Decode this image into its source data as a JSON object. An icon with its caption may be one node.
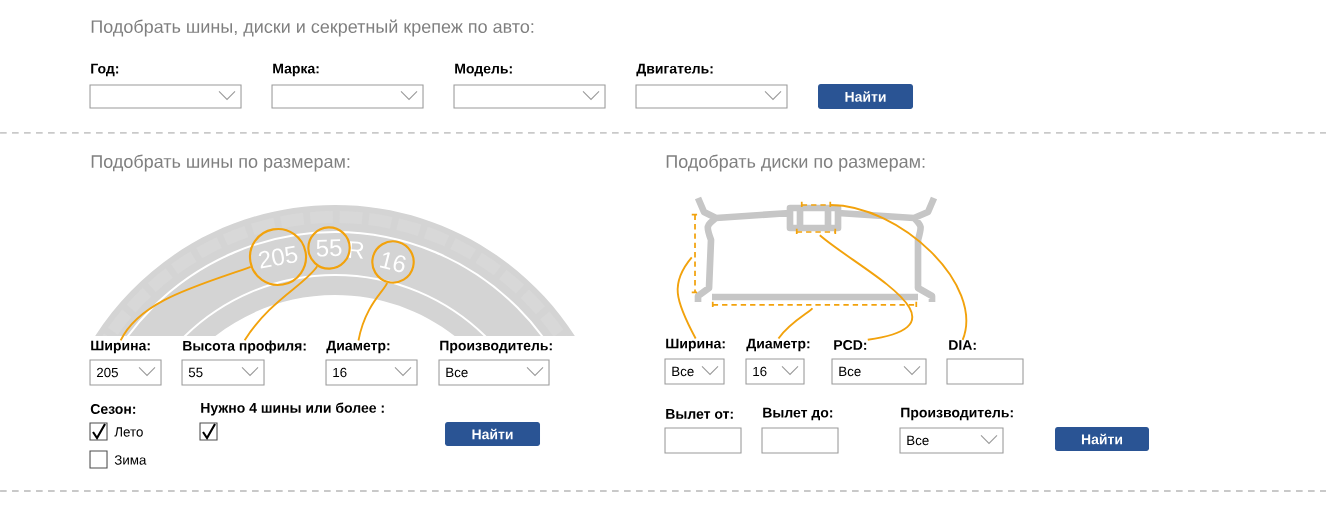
{
  "diagram": {
    "nodes": [
      {
        "text": [
          "205"
        ]
      },
      {
        "text": [
          "55"
        ]
      },
      {
        "text": [
          "16"
        ]
      },
      {
        "text": [
          "Ширина:"
        ]
      },
      {
        "text": [
          "Высота профиля:"
        ]
      },
      {
        "text": [
          "Диаметр:"
        ]
      },
      {
        "text": [],
        "shape": "line"
      },
      {
        "text": [],
        "shape": "line"
      },
      {
        "text": [],
        "shape": "line"
      },
      {
        "text": [],
        "shape": "line"
      },
      {
        "text": [
          "Ширина:"
        ]
      },
      {
        "text": [
          "Диаметр:"
        ]
      },
      {
        "text": [
          "PCD:"
        ]
      },
      {
        "text": [
          "DIA:"
        ]
      }
    ],
    "edges": [
      {
        "from": 3,
        "to": 0,
        "arrow": "none"
      },
      {
        "from": 4,
        "to": 1,
        "arrow": "none"
      },
      {
        "from": 5,
        "to": 2,
        "arrow": "none"
      },
      {
        "from": 10,
        "to": 6,
        "arrow": "none"
      },
      {
        "from": 11,
        "to": 7,
        "arrow": "none"
      },
      {
        "from": 12,
        "to": 8,
        "arrow": "none"
      },
      {
        "from": 13,
        "to": 9,
        "arrow": "none"
      }
    ],
    "labels": [
      "Подобрать шины, диски и секретный крепеж по авто:",
      "Год:",
      "Марка:",
      "Модель:",
      "Двигатель:",
      "Найти",
      "Подобрать шины по размерам:",
      "Подобрать диски по размерам:",
      "R",
      "Производитель:",
      "205",
      "55",
      "16",
      "Все",
      "Все",
      "16",
      "Все",
      "Сезон:",
      "Нужно 4 шины или более :",
      "Лето",
      "Найти",
      "Вылет от:",
      "Вылет до:",
      "Производитель:",
      "Зима",
      "Все",
      "Найти"
    ]
  }
}
